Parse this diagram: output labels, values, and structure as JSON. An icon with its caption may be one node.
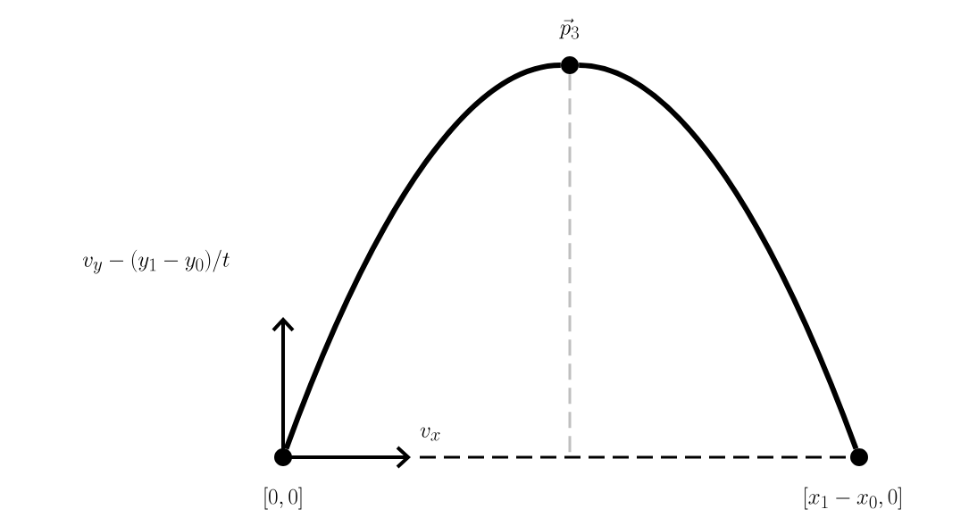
{
  "diagram": {
    "nodes": [
      {
        "text": [],
        "shape": "circle",
        "beside": [
          "[0,0]"
        ]
      },
      {
        "text": [],
        "shape": "circle",
        "beside": [
          "\\vec{p}_3"
        ]
      },
      {
        "text": [],
        "shape": "circle",
        "beside": [
          "[x_1 - x_0, 0]"
        ]
      }
    ],
    "edges": [
      {
        "from": 0,
        "to": 1,
        "arrow": "none",
        "style": "thick"
      },
      {
        "from": 1,
        "to": 2,
        "arrow": "none",
        "style": "thick"
      },
      {
        "from": null,
        "to": 2,
        "arrow": "none",
        "style": "dashed"
      },
      {
        "from": 1,
        "to": null,
        "arrow": "none",
        "style": "dashed",
        "color": "#bfbfbf"
      }
    ],
    "labels": [
      "v_y - (y_1 - y_0)/t",
      "v_x"
    ]
  }
}
